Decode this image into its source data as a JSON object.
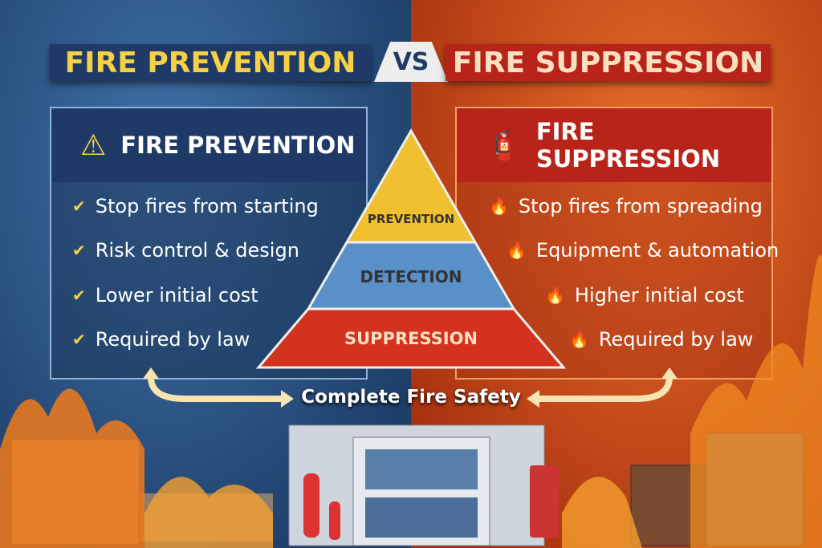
{
  "title": {
    "left": "FIRE PREVENTION",
    "vs": "VS",
    "right": "FIRE SUPPRESSION"
  },
  "prevention": {
    "heading": "FIRE PREVENTION",
    "icon": "warning-icon",
    "items": [
      "Stop fires from starting",
      "Risk control & design",
      "Lower initial cost",
      "Required by law"
    ]
  },
  "suppression": {
    "heading": "FIRE SUPPRESSION",
    "icon": "fire-extinguisher-icon",
    "items": [
      "Stop fires from spreading",
      "Equipment & automation",
      "Higher initial cost",
      "Required by law"
    ]
  },
  "pyramid": {
    "levels": [
      "PREVENTION",
      "DETECTION",
      "SUPPRESSION"
    ],
    "colors": [
      "#f0c030",
      "#5a90c8",
      "#d2321e"
    ]
  },
  "footer": {
    "label": "Complete Fire Safety"
  },
  "colors": {
    "blue": "#1f3a66",
    "red": "#b8231a",
    "yellow": "#f7d046"
  }
}
